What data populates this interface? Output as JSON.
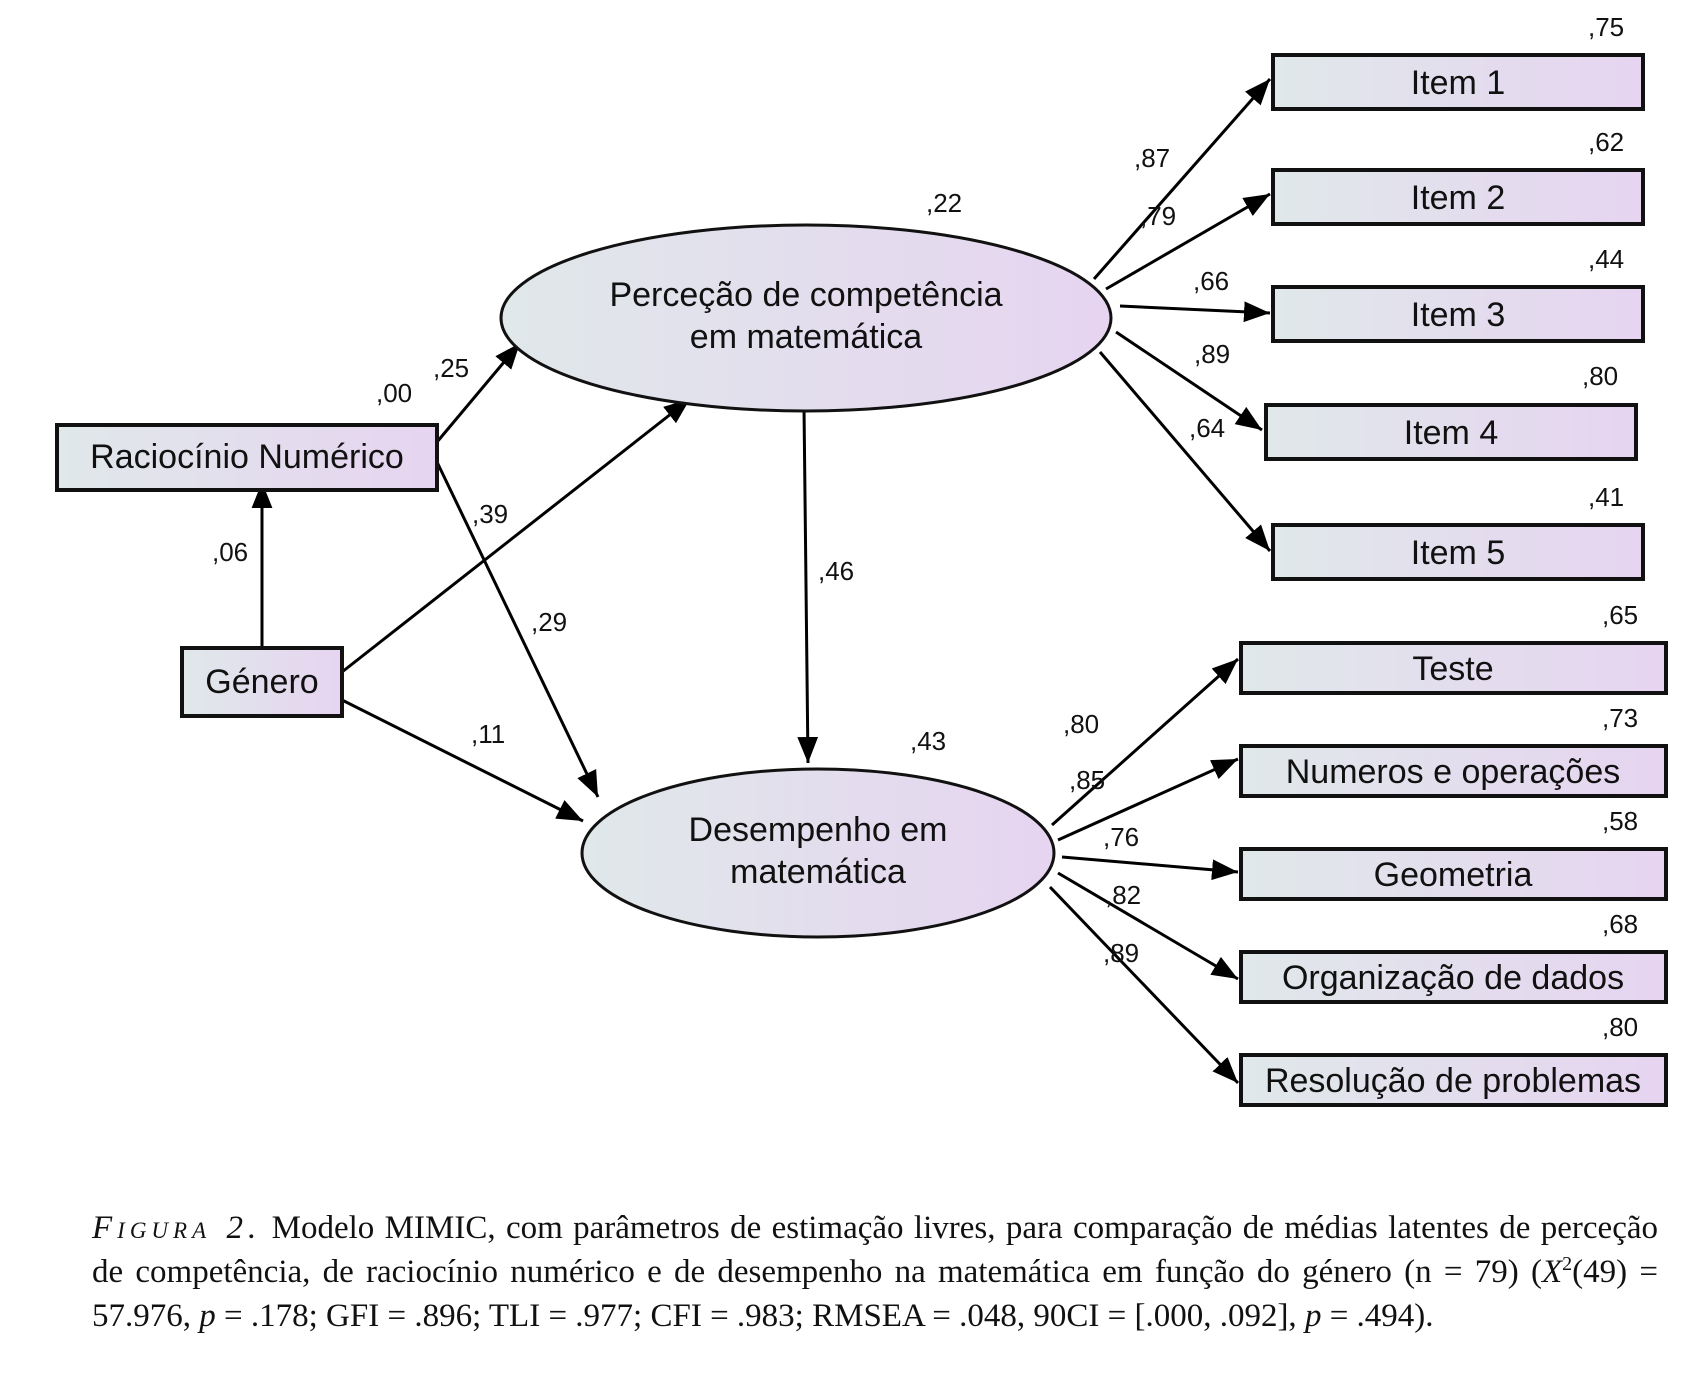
{
  "nodes": {
    "raciocinio": {
      "label": "Raciocínio Numérico",
      "r2": ",00"
    },
    "genero": {
      "label": "Género"
    },
    "percecao": {
      "label_line1": "Perceção de competência",
      "label_line2": "em matemática",
      "r2": ",22"
    },
    "desempenho": {
      "label_line1": "Desempenho em",
      "label_line2": "matemática",
      "r2": ",43"
    },
    "items_percecao": [
      {
        "label": "Item 1",
        "r2": ",75",
        "loading": ",87"
      },
      {
        "label": "Item 2",
        "r2": ",62",
        "loading": ",79"
      },
      {
        "label": "Item 3",
        "r2": ",44",
        "loading": ",66"
      },
      {
        "label": "Item 4",
        "r2": ",80",
        "loading": ",89"
      },
      {
        "label": "Item 5",
        "r2": ",41",
        "loading": ",64"
      }
    ],
    "items_desempenho": [
      {
        "label": "Teste",
        "r2": ",65",
        "loading": ",80"
      },
      {
        "label": "Numeros e operações",
        "r2": ",73",
        "loading": ",85"
      },
      {
        "label": "Geometria",
        "r2": ",58",
        "loading": ",76"
      },
      {
        "label": "Organização de dados",
        "r2": ",68",
        "loading": ",82"
      },
      {
        "label": "Resolução de problemas",
        "r2": ",80",
        "loading": ",89"
      }
    ]
  },
  "paths": {
    "genero_to_raciocinio": ",06",
    "raciocinio_to_percecao": ",25",
    "raciocinio_to_desempenho": ",29",
    "genero_to_percecao": ",39",
    "genero_to_desempenho": ",11",
    "percecao_to_desempenho": ",46"
  },
  "caption": {
    "figure_label": "Figura 2.",
    "text_part1": " Modelo MIMIC, com parâmetros de estimação livres, para comparação de médias latentes de perceção de competência, de raciocínio numérico e de desempenho na matemática em função do género (n = 79) (",
    "chi_symbol": "X",
    "chi_sup": "2",
    "text_part2": "(49) = 57.976, ",
    "p1": "p",
    "text_part3": " = .178; GFI = .896; TLI = .977; CFI = .983; RMSEA = .048, 90CI = [.000, .092], ",
    "p2": "p",
    "text_part4": " = .494)."
  },
  "colors": {
    "gradient_start": "#e0e8ea",
    "gradient_end": "#e6d4f0",
    "stroke": "#111111"
  }
}
